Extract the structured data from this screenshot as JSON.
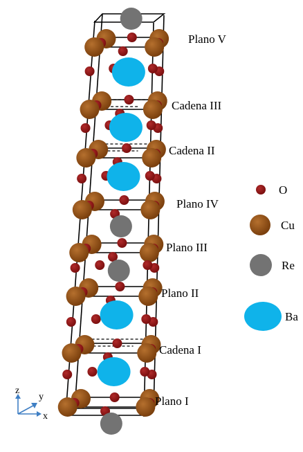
{
  "labels": {
    "plano_v": "Plano V",
    "cadena_iii": "Cadena III",
    "cadena_ii": "Cadena II",
    "plano_iv": "Plano IV",
    "plano_iii": "Plano III",
    "plano_ii": "Plano II",
    "cadena_i": "Cadena I",
    "plano_i": "Plano I"
  },
  "legend": [
    {
      "key": "o",
      "label": "O",
      "color": "#8b1414"
    },
    {
      "key": "cu",
      "label": "Cu",
      "color": "#8a4a12"
    },
    {
      "key": "re",
      "label": "Re",
      "color": "#737373"
    },
    {
      "key": "ba",
      "label": "Ba",
      "color": "#0fb3ea"
    }
  ],
  "axes": {
    "z": "z",
    "y": "y",
    "x": "x"
  },
  "colors": {
    "arrow": "#3f7fc4",
    "edge": "#000000"
  }
}
